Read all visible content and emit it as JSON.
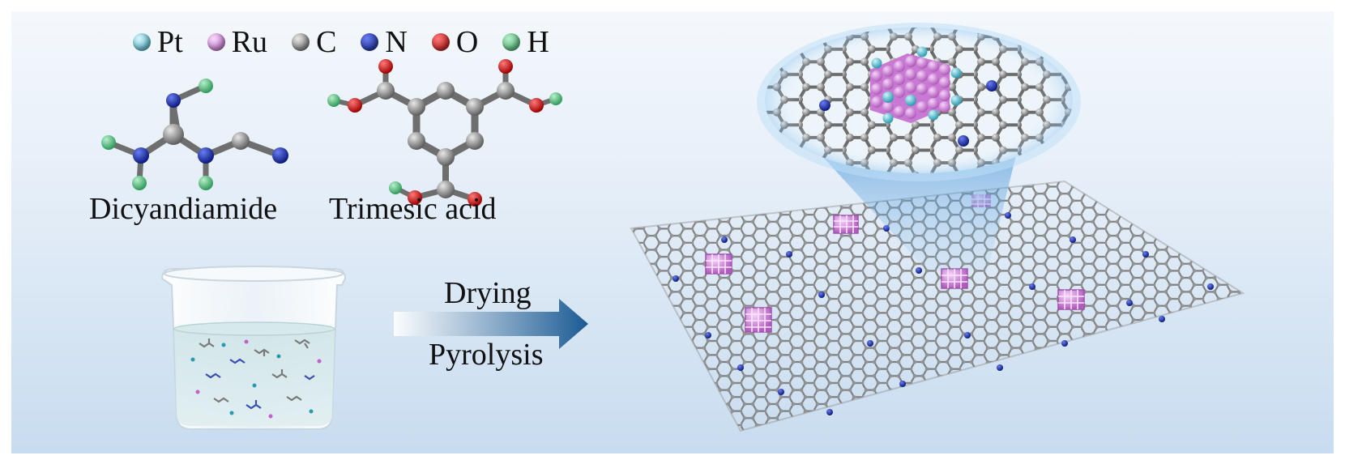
{
  "legend": [
    {
      "symbol": "Pt",
      "color": "#5bc8dc"
    },
    {
      "symbol": "Ru",
      "color": "#d88ee0"
    },
    {
      "symbol": "C",
      "color": "#8a8a8a"
    },
    {
      "symbol": "N",
      "color": "#1c2fa8"
    },
    {
      "symbol": "O",
      "color": "#d81515"
    },
    {
      "symbol": "H",
      "color": "#4fbf7a"
    }
  ],
  "molecules": {
    "dicyandiamide": "Dicyandiamide",
    "trimesic_acid": "Trimesic acid"
  },
  "process": {
    "step_top": "Drying",
    "step_bottom": "Pyrolysis"
  }
}
